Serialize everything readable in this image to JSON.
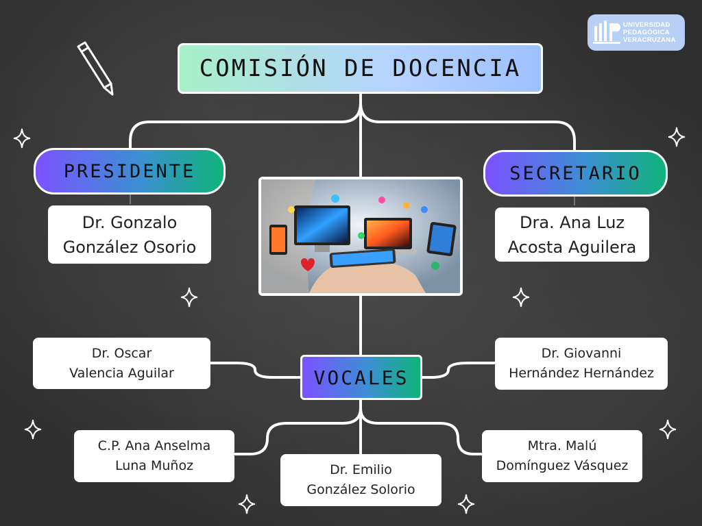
{
  "title": "COMISIÓN DE DOCENCIA",
  "logo": {
    "line1": "UNIVERSIDAD",
    "line2": "PEDAGÓGICA",
    "line3": "VERACRUZANA"
  },
  "president": {
    "role": "PRESIDENTE",
    "name_line1": "Dr. Gonzalo",
    "name_line2": "González Osorio"
  },
  "secretary": {
    "role": "SECRETARIO",
    "name_line1": "Dra. Ana Luz",
    "name_line2": "Acosta Aguilera"
  },
  "vocales": {
    "label": "VOCALES",
    "members": [
      {
        "line1": "Dr. Oscar",
        "line2": "Valencia Aguilar"
      },
      {
        "line1": "Dr. Giovanni",
        "line2": "Hernández Hernández"
      },
      {
        "line1": "C.P. Ana Anselma",
        "line2": "Luna Muñoz"
      },
      {
        "line1": "Dr. Emilio",
        "line2": "González Solorio"
      },
      {
        "line1": "Mtra. Malú",
        "line2": "Domínguez Vásquez"
      }
    ]
  },
  "colors": {
    "background": "#3a3a3a",
    "connector": "#ffffff",
    "role_gradient_start": "#7b52ff",
    "role_gradient_end": "#10b37a",
    "title_gradient_start": "#a8f0c8",
    "title_gradient_end": "#9ec0ff"
  }
}
